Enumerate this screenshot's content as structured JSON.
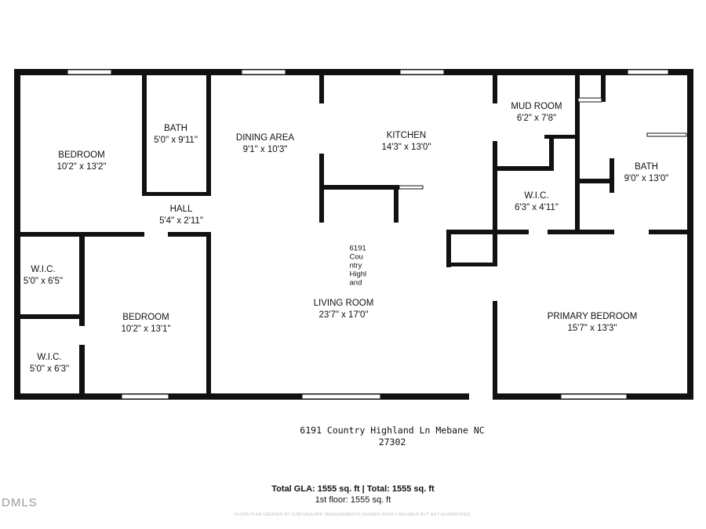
{
  "rooms": {
    "bedroom1": {
      "name": "BEDROOM",
      "dims": "10'2\" x 13'2\""
    },
    "bath1": {
      "name": "BATH",
      "dims": "5'0\" x 9'11\""
    },
    "dining": {
      "name": "DINING AREA",
      "dims": "9'1\" x 10'3\""
    },
    "kitchen": {
      "name": "KITCHEN",
      "dims": "14'3\" x 13'0\""
    },
    "mudroom": {
      "name": "MUD ROOM",
      "dims": "6'2\" x 7'8\""
    },
    "bath2": {
      "name": "BATH",
      "dims": "9'0\" x 13'0\""
    },
    "hall": {
      "name": "HALL",
      "dims": "5'4\" x 2'11\""
    },
    "wic3": {
      "name": "W.I.C.",
      "dims": "6'3\" x 4'11\""
    },
    "wic1": {
      "name": "W.I.C.",
      "dims": "5'0\" x 6'5\""
    },
    "bedroom2": {
      "name": "BEDROOM",
      "dims": "10'2\" x 13'1\""
    },
    "living": {
      "name": "LIVING ROOM",
      "dims": "23'7\" x 17'0\""
    },
    "primary": {
      "name": "PRIMARY BEDROOM",
      "dims": "15'7\" x 13'3\""
    },
    "wic2": {
      "name": "W.I.C.",
      "dims": "5'0\" x 6'3\""
    }
  },
  "center_label_lines": [
    "6191",
    "Cou",
    "ntry",
    "Highl",
    "and"
  ],
  "address_line1": "6191 Country Highland Ln Mebane NC",
  "address_line2": "27302",
  "total_line": "Total GLA: 1555 sq. ft | Total: 1555 sq. ft",
  "floor_line": "1st floor: 1555 sq. ft",
  "disclaimer": "FLOOR PLAN CREATED BY CUBICASA APP. MEASUREMENTS DEEMED HIGHLY RELIABLE BUT NOT GUARANTEED.",
  "logo_text": "DMLS",
  "colors": {
    "wall": "#111111",
    "background": "#ffffff",
    "window": "#ffffff"
  }
}
